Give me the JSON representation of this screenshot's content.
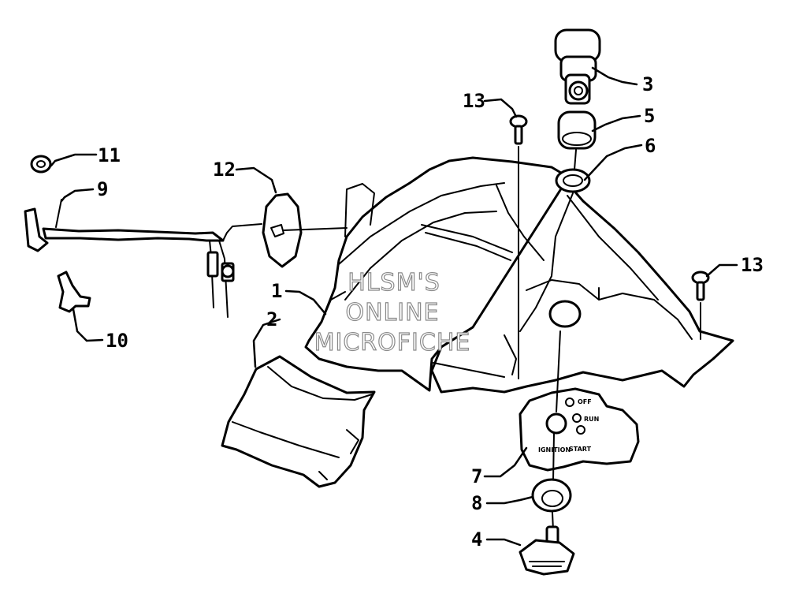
{
  "callouts": {
    "c1": "1",
    "c2": "2",
    "c3": "3",
    "c4": "4",
    "c5": "5",
    "c6": "6",
    "c7": "7",
    "c8": "8",
    "c9": "9",
    "c10": "10",
    "c11": "11",
    "c12": "12",
    "c13a": "13",
    "c13b": "13"
  },
  "decal": {
    "off": "OFF",
    "run": "RUN",
    "start": "START",
    "ignition": "IGNITION"
  },
  "watermark": {
    "line1": "HLSM'S",
    "line2": "ONLINE",
    "line3": "MICROFICHE"
  }
}
